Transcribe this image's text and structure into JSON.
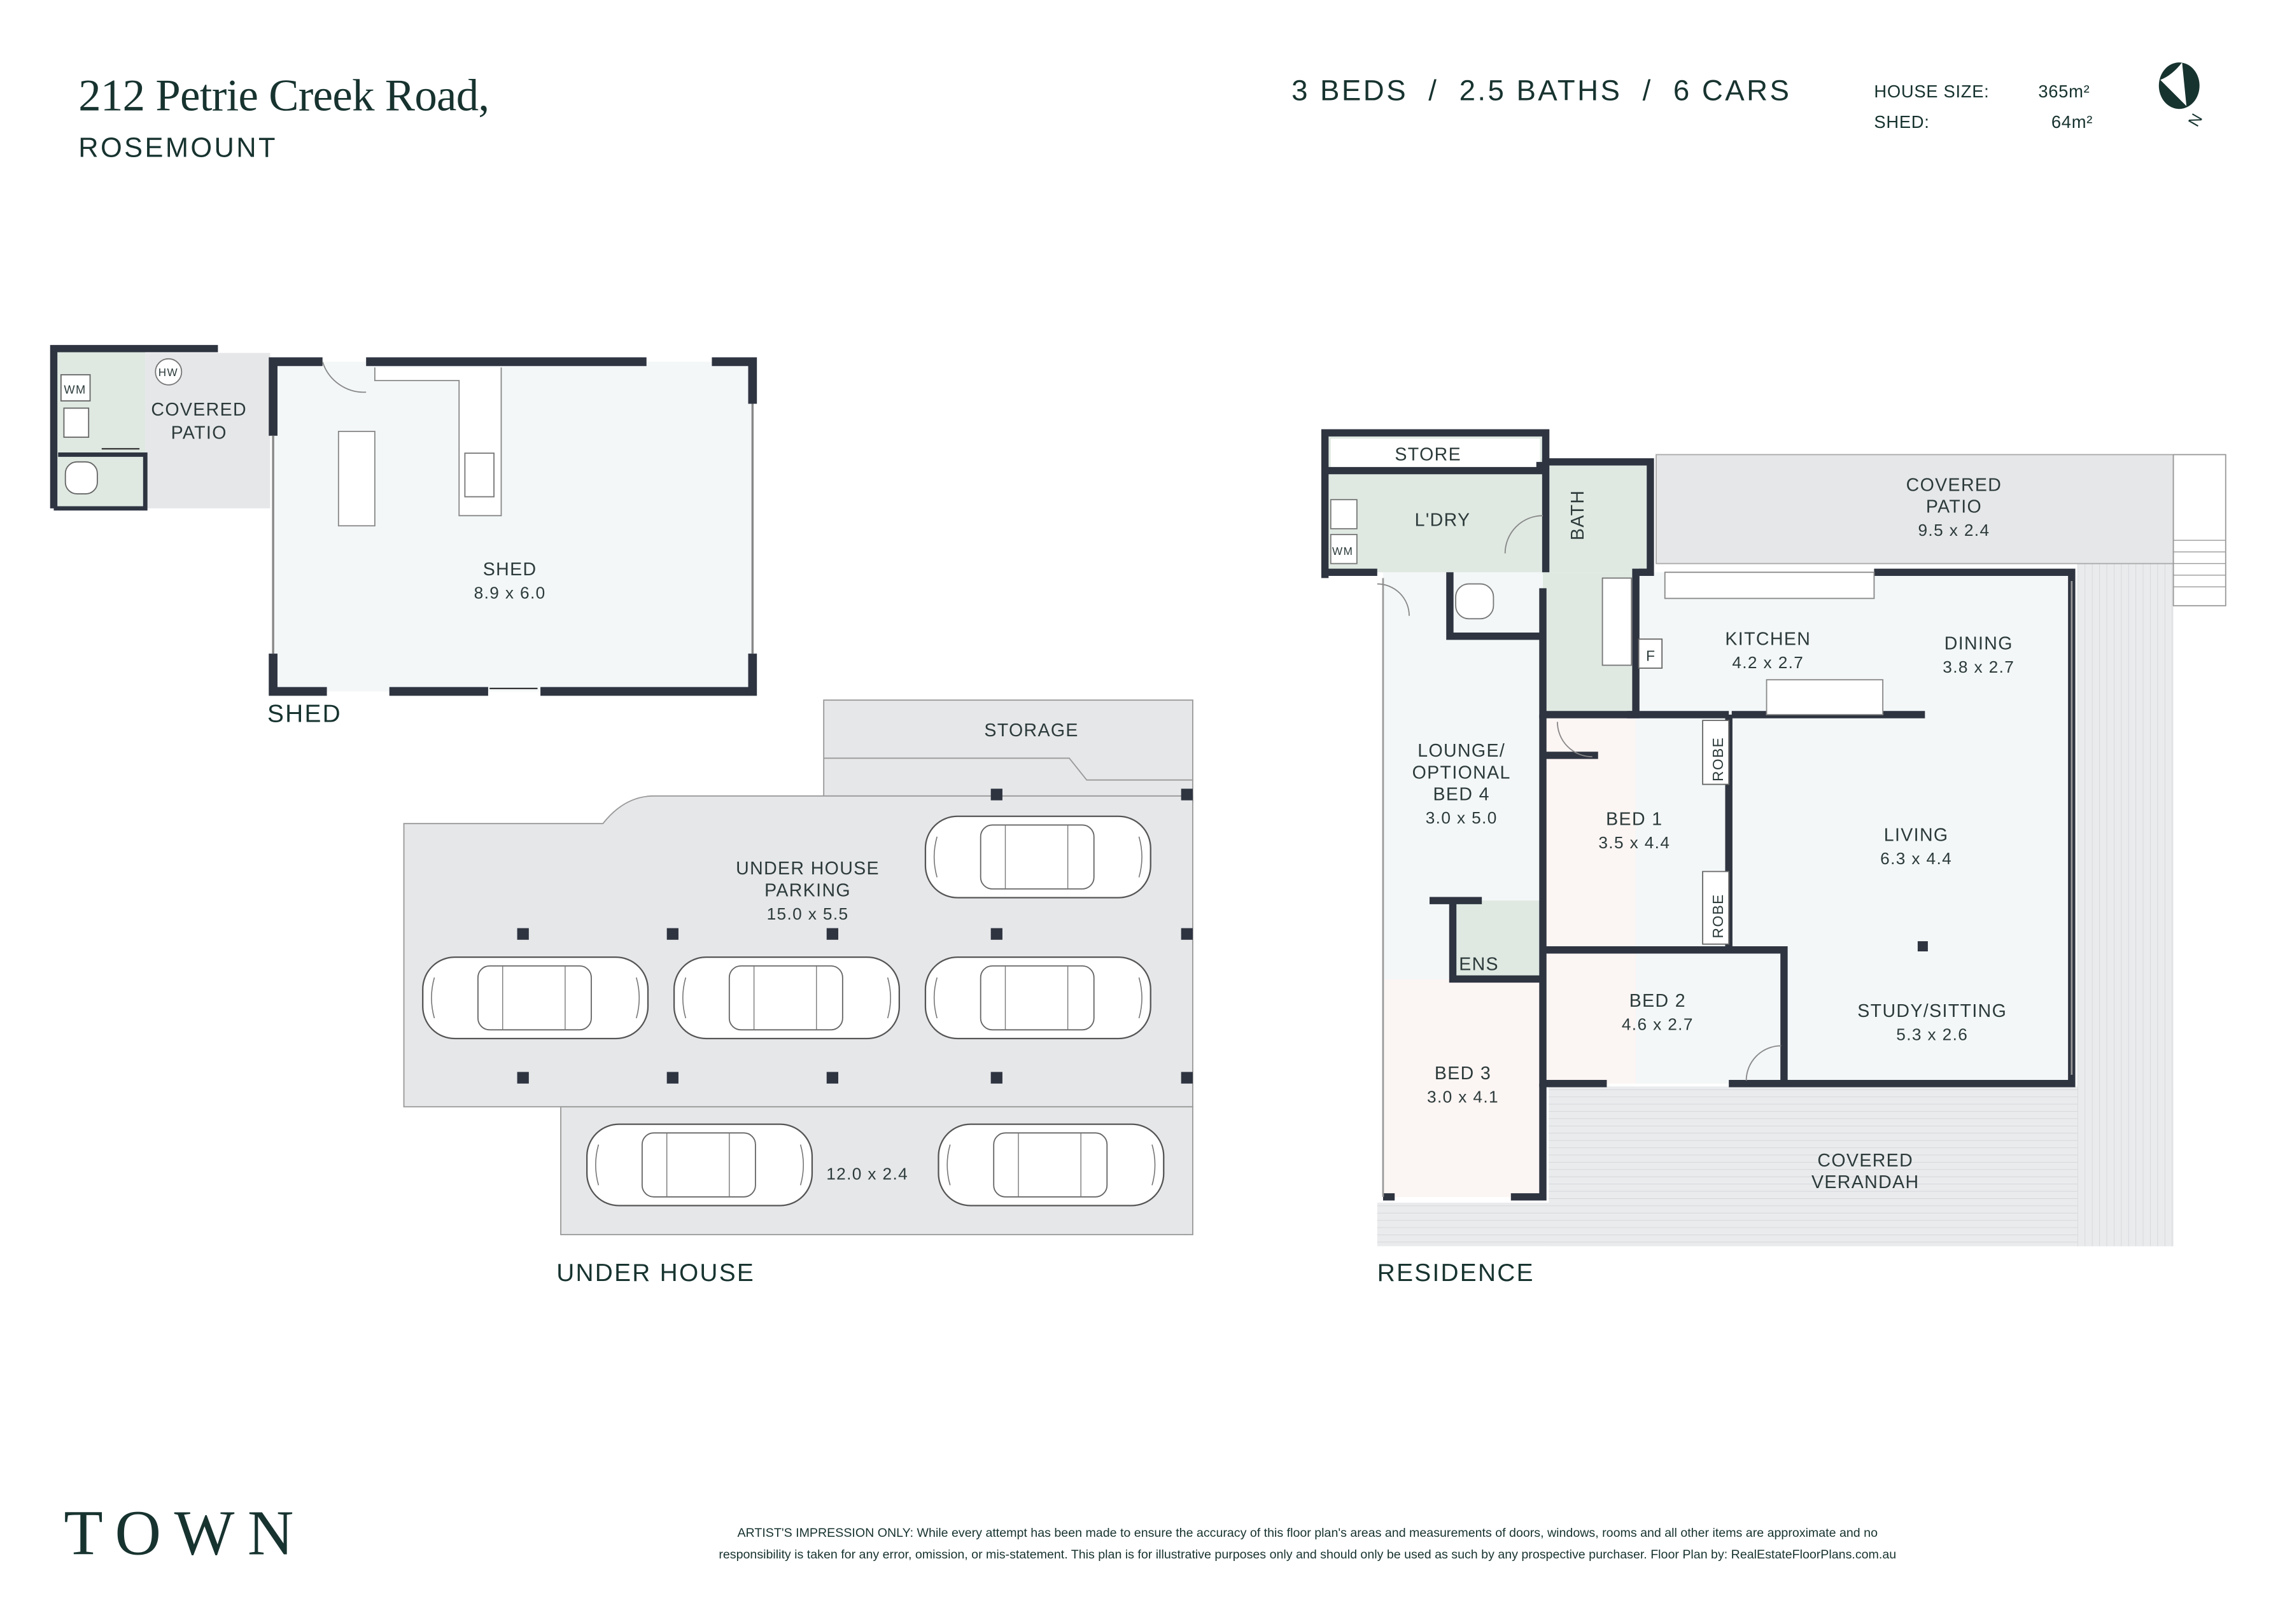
{
  "header": {
    "address_line1": "212 Petrie Creek Road,",
    "address_line2": "ROSEMOUNT",
    "summary": "3 BEDS  /  2.5 BATHS  /  6 CARS",
    "house_size_label": "HOUSE SIZE:",
    "house_size_value": "365m²",
    "shed_label": "SHED:",
    "shed_value": "64m²",
    "compass": "N"
  },
  "sections": {
    "shed": "SHED",
    "under_house": "UNDER HOUSE",
    "residence": "RESIDENCE"
  },
  "shed": {
    "patio": [
      "COVERED",
      "PATIO"
    ],
    "hw": "HW",
    "wm": "WM",
    "shed_name": "SHED",
    "shed_dim": "8.9 x 6.0"
  },
  "under_house": {
    "storage": "STORAGE",
    "parking": [
      "UNDER HOUSE",
      "PARKING"
    ],
    "parking_dim": "15.0 x 5.5",
    "lower_dim": "12.0 x 2.4"
  },
  "residence": {
    "store": "STORE",
    "laundry": "L'DRY",
    "wm": "WM",
    "bath": "BATH",
    "fridge": "F",
    "patio": [
      "COVERED",
      "PATIO"
    ],
    "patio_dim": "9.5 x 2.4",
    "kitchen": "KITCHEN",
    "kitchen_dim": "4.2 x 2.7",
    "dining": "DINING",
    "dining_dim": "3.8 x 2.7",
    "lounge": [
      "LOUNGE/",
      "OPTIONAL",
      "BED 4"
    ],
    "lounge_dim": "3.0 x 5.0",
    "bed1": "BED 1",
    "bed1_dim": "3.5 x 4.4",
    "robe": "ROBE",
    "living": "LIVING",
    "living_dim": "6.3 x 4.4",
    "ens": "ENS",
    "bed2": "BED 2",
    "bed2_dim": "4.6 x 2.7",
    "study": "STUDY/SITTING",
    "study_dim": "5.3 x 2.6",
    "bed3": "BED 3",
    "bed3_dim": "3.0 x 4.1",
    "verandah": [
      "COVERED",
      "VERANDAH"
    ]
  },
  "footer": {
    "logo": "TOWN",
    "disclaimer_line1": "ARTIST'S IMPRESSION ONLY: While every attempt has been made to ensure the accuracy of this floor plan's areas and measurements of doors, windows, rooms and all other items are approximate and no",
    "disclaimer_line2": "responsibility is taken for any error, omission, or mis-statement. This plan is for illustrative purposes only and should only be used as such by any prospective purchaser. Floor Plan by: RealEstateFloorPlans.com.au"
  },
  "colors": {
    "ink": "#17332f",
    "wall": "#2e3440",
    "floor": "#f3f7f8",
    "wet": "#dfe9e2",
    "outdoor": "#e6e7e9"
  }
}
